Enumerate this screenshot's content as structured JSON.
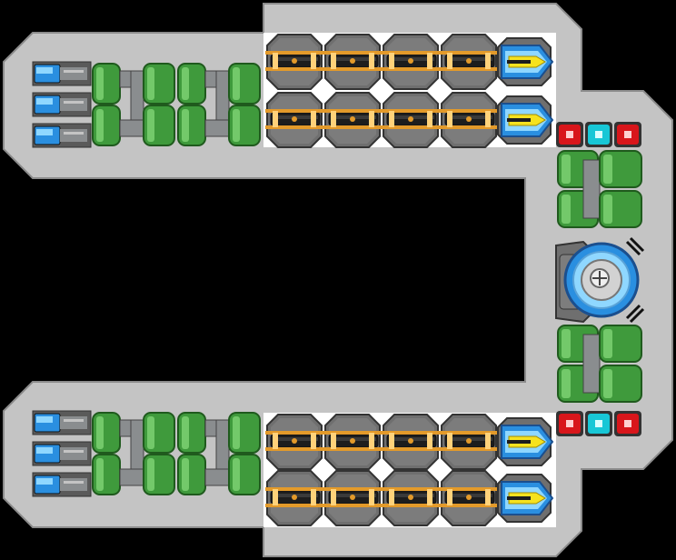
{
  "palette": {
    "background": "#000000",
    "hull_light": "#c4c4c4",
    "hull_outline": "#8c8c8c",
    "deck": "#ffffff",
    "green": "#3f9a3c",
    "green_light": "#73c96a",
    "green_dark": "#1f5a1d",
    "pipe": "#8a8d8f",
    "cannon_plate": "#6f6f6f",
    "cannon_barrel": "#1d1d1d",
    "orange": "#e39a2a",
    "orange_light": "#ffd27a",
    "blue": "#2a8fe0",
    "blue_light": "#8fd7ff",
    "yellow": "#f6e21f",
    "red": "#d8161b",
    "cyan": "#18c7d6",
    "dark_outline": "#333333"
  },
  "ship": {
    "block_types": [
      "hull-block",
      "thruster-block",
      "fuel-tank-block",
      "cannon-block",
      "missile-launcher-block",
      "sensor-block",
      "reactor-core-block"
    ],
    "reactor": {
      "name": "reactor-core",
      "icon": "reactor-core-icon"
    }
  }
}
